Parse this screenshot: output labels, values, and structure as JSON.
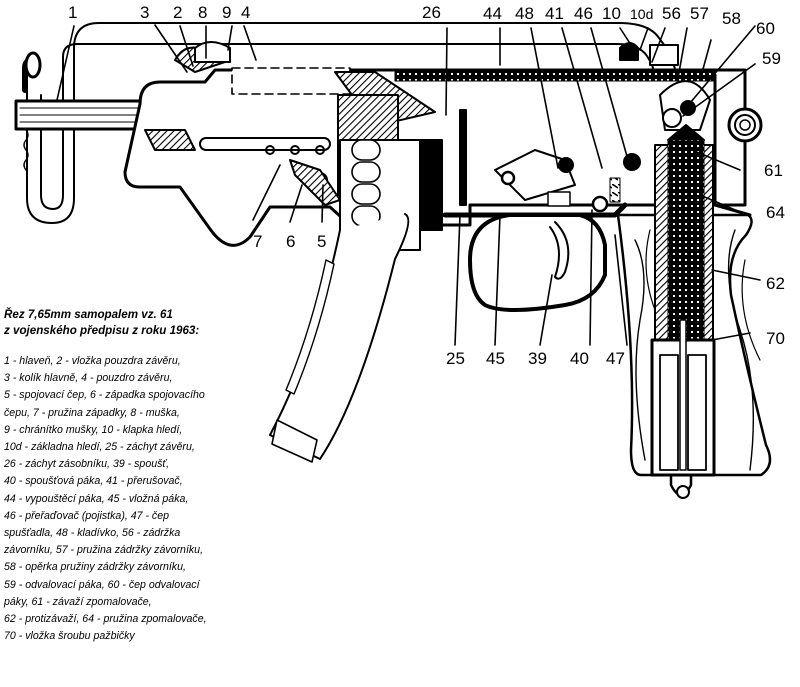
{
  "figure": {
    "caption_title": [
      "Řez 7,65mm samopalem vz. 61",
      "z vojenského předpisu z roku 1963:"
    ],
    "legend_lines": [
      "1 - hlaveň, 2 - vložka pouzdra závěru,",
      "3 - kolík hlavně, 4 - pouzdro závěru,",
      "5 - spojovací čep, 6 - západka spojovacího",
      "čepu, 7 - pružina západky, 8 - muška,",
      "9 - chránítko mušky, 10 - klapka hledí,",
      "10d - základna hledí, 25 - záchyt závěru,",
      "26 - záchyt zásobníku, 39 - spoušť,",
      "40 - spoušťová páka, 41 - přerušovač,",
      "44 - vypouštěcí páka, 45 - vložná páka,",
      "46 - přeřaďovač (pojistka), 47 - čep",
      "spušťadla, 48 - kladívko, 56 - zádržka",
      "závorníku, 57 - pružina zádržky závorníku,",
      "58 - opěrka pružiny zádržky závorníku,",
      "59 - odvalovací páka, 60 - čep odvalovací",
      "páky, 61 - závaží zpomalovače,",
      "62 - protizávaží, 64 - pružina zpomalovače,",
      "70 - vložka šroubu pažbičky"
    ],
    "callouts": {
      "top": [
        "1",
        "3",
        "2",
        "8",
        "9",
        "4",
        "26",
        "44",
        "48",
        "41",
        "46",
        "10",
        "10d",
        "56",
        "57",
        "58",
        "60",
        "59"
      ],
      "right": [
        "61",
        "64",
        "62",
        "70"
      ],
      "lower_left": [
        "7",
        "6",
        "5"
      ],
      "bottom": [
        "25",
        "45",
        "39",
        "40",
        "47"
      ]
    },
    "subject": "Sa vz. 61 Škorpion submachine gun cross-section",
    "colors": {
      "ink": "#000000",
      "paper": "#ffffff"
    }
  }
}
